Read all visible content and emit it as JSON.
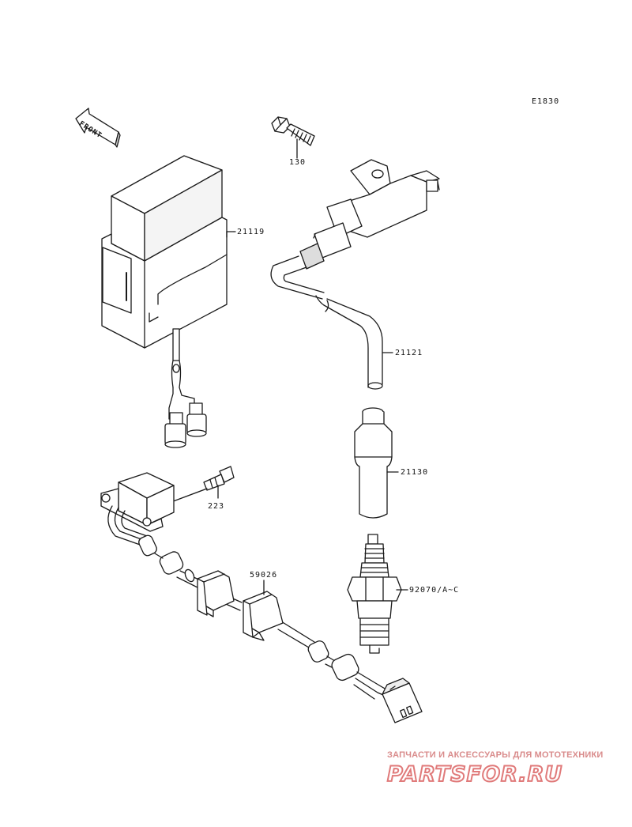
{
  "diagram": {
    "code": "E1830",
    "front_label": "FRONT",
    "parts": [
      {
        "id": "part-130",
        "number": "130"
      },
      {
        "id": "part-21119",
        "number": "21119"
      },
      {
        "id": "part-21121",
        "number": "21121"
      },
      {
        "id": "part-21130",
        "number": "21130"
      },
      {
        "id": "part-223",
        "number": "223"
      },
      {
        "id": "part-59026",
        "number": "59026"
      },
      {
        "id": "part-92070",
        "number": "92070/A~C"
      }
    ]
  },
  "watermark": {
    "tagline": "ЗАПЧАСТИ И АКСЕССУАРЫ ДЛЯ МОТОТЕХНИКИ",
    "brand": "PARTSFOR.RU",
    "color": "#e07a7a"
  }
}
